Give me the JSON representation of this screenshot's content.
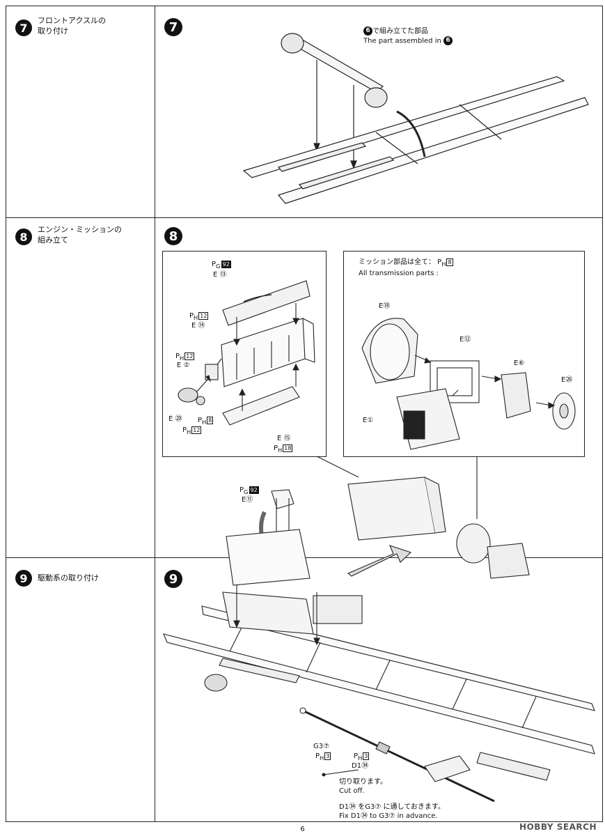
{
  "steps": [
    {
      "number": "7",
      "title_jp": "フロントアクスルの\n取り付け"
    },
    {
      "number": "8",
      "title_jp": "エンジン・ミッションの\n組み立て"
    },
    {
      "number": "9",
      "title_jp": "駆動系の取り付け"
    }
  ],
  "step7": {
    "note_jp": "で組み立てた部品",
    "note_en": "The part assembled in",
    "ref_step": "6"
  },
  "step8": {
    "engine_parts": [
      {
        "part": "E",
        "num": "⑬",
        "paint": "P",
        "paint_sub": "G",
        "paint_no": "92"
      },
      {
        "part": "E",
        "num": "⑭",
        "paint": "P",
        "paint_sub": "H",
        "paint_no": "12"
      },
      {
        "part": "E",
        "num": "②",
        "paint": "P",
        "paint_sub": "H",
        "paint_no": "12"
      },
      {
        "part": "E",
        "num": "⑳",
        "paint": "P",
        "paint_sub": "H",
        "paint_no": "12"
      },
      {
        "part": "E",
        "num": "⑮",
        "paint": "P",
        "paint_sub": "H",
        "paint_no": "18"
      }
    ],
    "belt_extra_paint": "8",
    "trans_note_jp": "ミッション部品は全て：",
    "trans_note_en": "All transmission parts :",
    "trans_paint_no": "8",
    "trans_parts": [
      "E⑱",
      "E⑫",
      "E⑥",
      "E㉖",
      "E①"
    ]
  },
  "step9": {
    "exhaust_part": "E⑪",
    "exhaust_paint_no": "92",
    "shaft_part": "G3⑦",
    "shaft_paint_no": "3",
    "joint_part": "D1㉞",
    "joint_paint_no": "3",
    "cut_jp": "切り取ります。",
    "cut_en": "Cut off.",
    "fix_jp": "D1㉞ をG3⑦ に通しておきます。",
    "fix_en": "Fix D1㉞ to G3⑦ in advance."
  },
  "page_number": "6",
  "watermark": "HOBBY SEARCH"
}
